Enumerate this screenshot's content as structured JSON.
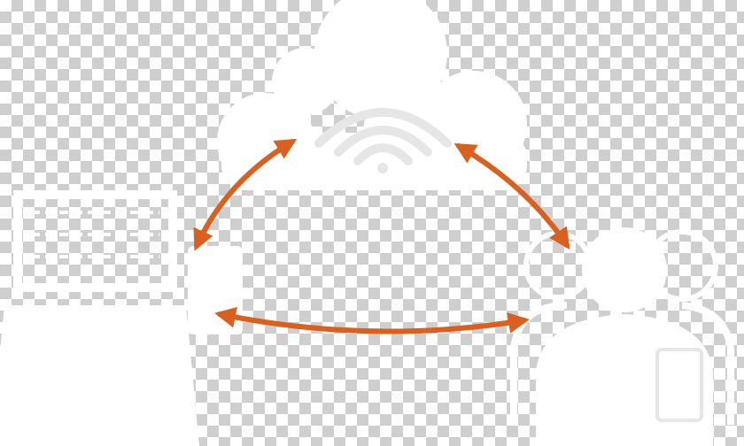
{
  "colors": {
    "background_checker_light": "#ffffff",
    "background_checker_dark": "#cfcfcf",
    "icon_fill": "#ffffff",
    "arrow": "#d9601e"
  },
  "nodes": [
    {
      "id": "cloud",
      "icon": "wifi-cloud-icon"
    },
    {
      "id": "devices",
      "icon": "laptop-phone-icon"
    },
    {
      "id": "users",
      "icon": "users-group-icon"
    }
  ],
  "edges": [
    {
      "from": "cloud",
      "to": "devices",
      "bidirectional": true
    },
    {
      "from": "cloud",
      "to": "users",
      "bidirectional": true
    },
    {
      "from": "devices",
      "to": "users",
      "bidirectional": true
    }
  ]
}
